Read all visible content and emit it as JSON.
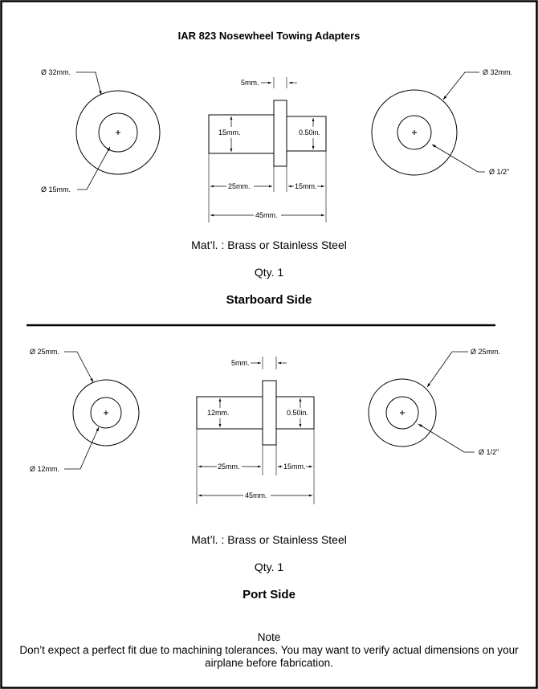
{
  "title": "IAR 823 Nosewheel Towing Adapters",
  "starboard": {
    "dims": {
      "outer_left": "Ø 32mm.",
      "inner_left": "Ø 15mm.",
      "outer_right": "Ø 32mm.",
      "inner_right": "Ø 1/2\"",
      "flange": "5mm.",
      "left_shaft_dia": "15mm.",
      "right_shaft_dia": "0.50in.",
      "left_len": "25mm.",
      "right_len": "15mm.",
      "total_len": "45mm."
    },
    "material": "Mat’l. : Brass or Stainless Steel",
    "qty": "Qty. 1",
    "side_label": "Starboard Side"
  },
  "port": {
    "dims": {
      "outer_left": "Ø 25mm.",
      "inner_left": "Ø 12mm.",
      "outer_right": "Ø 25mm.",
      "inner_right": "Ø 1/2\"",
      "flange": "5mm.",
      "left_shaft_dia": "12mm.",
      "right_shaft_dia": "0.50in.",
      "left_len": "25mm.",
      "right_len": "15mm.",
      "total_len": "45mm."
    },
    "material": "Mat’l. : Brass or Stainless Steel",
    "qty": "Qty. 1",
    "side_label": "Port Side"
  },
  "note": {
    "heading": "Note",
    "line1": "Don’t expect a perfect fit due to machining tolerances.  You may want to verify actual dimensions on your",
    "line2": "airplane before fabrication."
  }
}
